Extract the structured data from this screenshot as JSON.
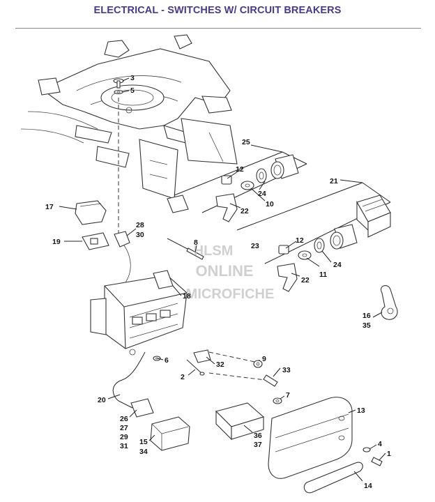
{
  "page": {
    "title": "ELECTRICAL - SWITCHES W/ CIRCUIT BREAKERS"
  },
  "watermark": {
    "line1": "HLSM",
    "line2": "ONLINE",
    "line3": "MICROFICHE"
  },
  "callouts": {
    "c3": "3",
    "c5": "5",
    "c25": "25",
    "c12a": "12",
    "c24a": "24",
    "c10": "10",
    "c22a": "22",
    "c21": "21",
    "c17": "17",
    "c28": "28",
    "c30": "30",
    "c19": "19",
    "c8": "8",
    "c23": "23",
    "c12b": "12",
    "c24b": "24",
    "c11": "11",
    "c22b": "22",
    "c18": "18",
    "c16": "16",
    "c35": "35",
    "c6": "6",
    "c32": "32",
    "c9": "9",
    "c2": "2",
    "c33": "33",
    "c20": "20",
    "c7": "7",
    "c13": "13",
    "c26": "26",
    "c27": "27",
    "c29": "29",
    "c31": "31",
    "c15": "15",
    "c34": "34",
    "c36": "36",
    "c37": "37",
    "c4": "4",
    "c1": "1",
    "c14": "14"
  }
}
